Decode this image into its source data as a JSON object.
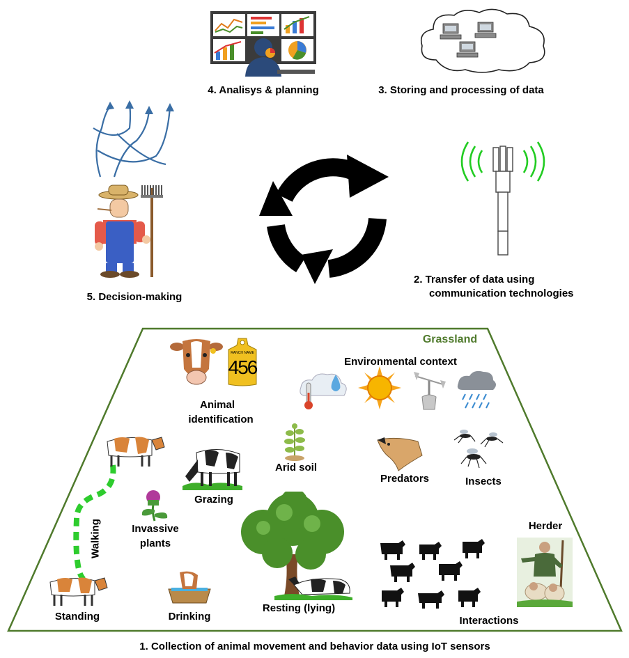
{
  "cycle": {
    "analysis_label": "4. Analisys & planning",
    "storing_label": "3. Storing and processing of data",
    "transfer_label_1": "2. Transfer of data using",
    "transfer_label_2": "communication technologies",
    "decision_label": "5. Decision-making",
    "collection_label": "1. Collection of animal movement and behavior data using IoT sensors"
  },
  "grassland": {
    "title": "Grassland",
    "animal_id_1": "Animal",
    "animal_id_2": "identification",
    "ear_tag_number": "456",
    "ear_tag_header": "RANCH NAME",
    "environmental_context": "Environmental context",
    "arid_soil": "Arid soil",
    "predators": "Predators",
    "insects": "Insects",
    "grazing": "Grazing",
    "invasive_1": "Invassive",
    "invasive_2": "plants",
    "walking": "Walking",
    "standing": "Standing",
    "drinking": "Drinking",
    "resting": "Resting (lying)",
    "herder": "Herder",
    "interactions": "Interactions"
  },
  "colors": {
    "frame": "#4f7a2c",
    "title_green": "#4f7a2c",
    "walk_path": "#2ecc2e",
    "signal": "#22cc22",
    "arrow_blue": "#3a6ea5"
  }
}
